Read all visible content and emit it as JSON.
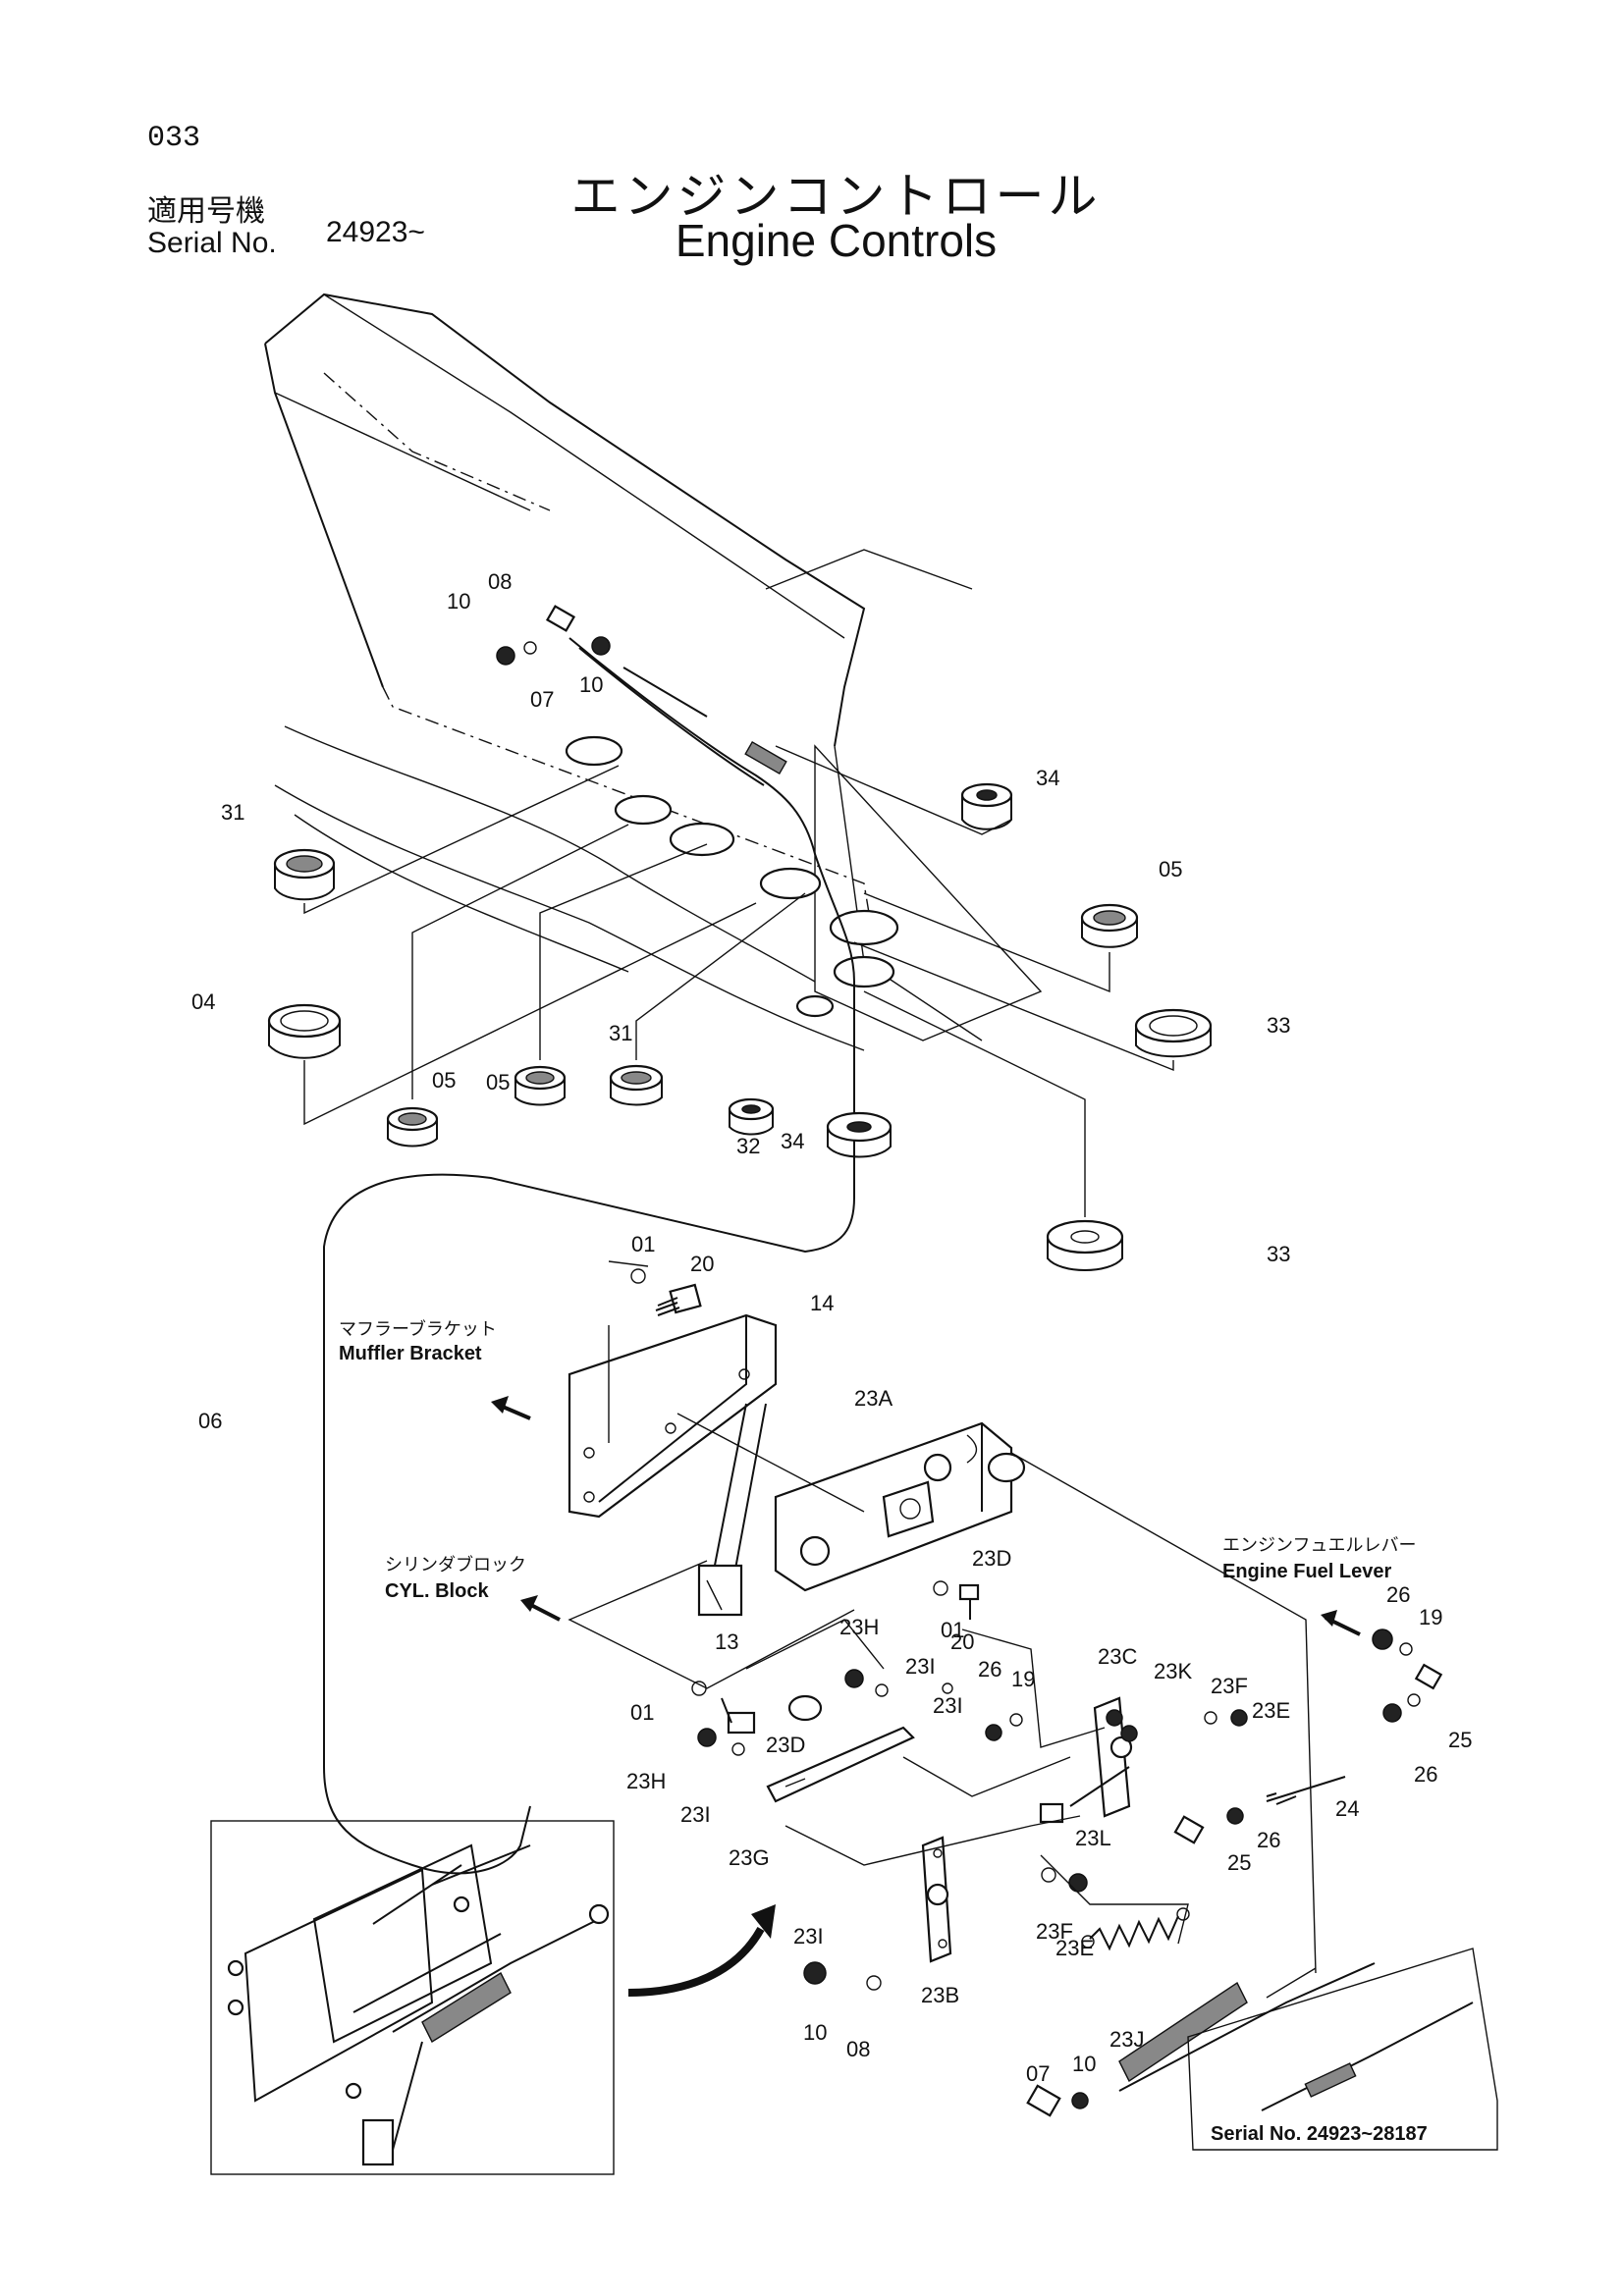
{
  "page": {
    "code": "033",
    "serial_label_jp": "適用号機",
    "serial_label_en": "Serial No.",
    "serial_value": "24923~"
  },
  "title": {
    "jp": "エンジンコントロール",
    "en": "Engine Controls"
  },
  "notes": {
    "muffler_jp": "マフラーブラケット",
    "muffler_en": "Muffler Bracket",
    "cyl_jp": "シリンダブロック",
    "cyl_en": "CYL. Block",
    "fuel_jp": "エンジンフュエルレバー",
    "fuel_en": "Engine Fuel Lever",
    "serial_range": "Serial No. 24923~28187"
  },
  "callouts": [
    "10",
    "08",
    "07",
    "10",
    "31",
    "34",
    "05",
    "04",
    "05",
    "31",
    "05",
    "34",
    "33",
    "32",
    "33",
    "01",
    "20",
    "14",
    "06",
    "23A",
    "23D",
    "01",
    "20",
    "13",
    "01",
    "23H",
    "23I",
    "23D",
    "23H",
    "23I",
    "23I",
    "26",
    "19",
    "23C",
    "23K",
    "23F",
    "23E",
    "26",
    "19",
    "25",
    "26",
    "24",
    "23L",
    "25",
    "26",
    "23G",
    "23I",
    "23F",
    "23E",
    "23B",
    "10",
    "08",
    "23J",
    "07",
    "10"
  ]
}
